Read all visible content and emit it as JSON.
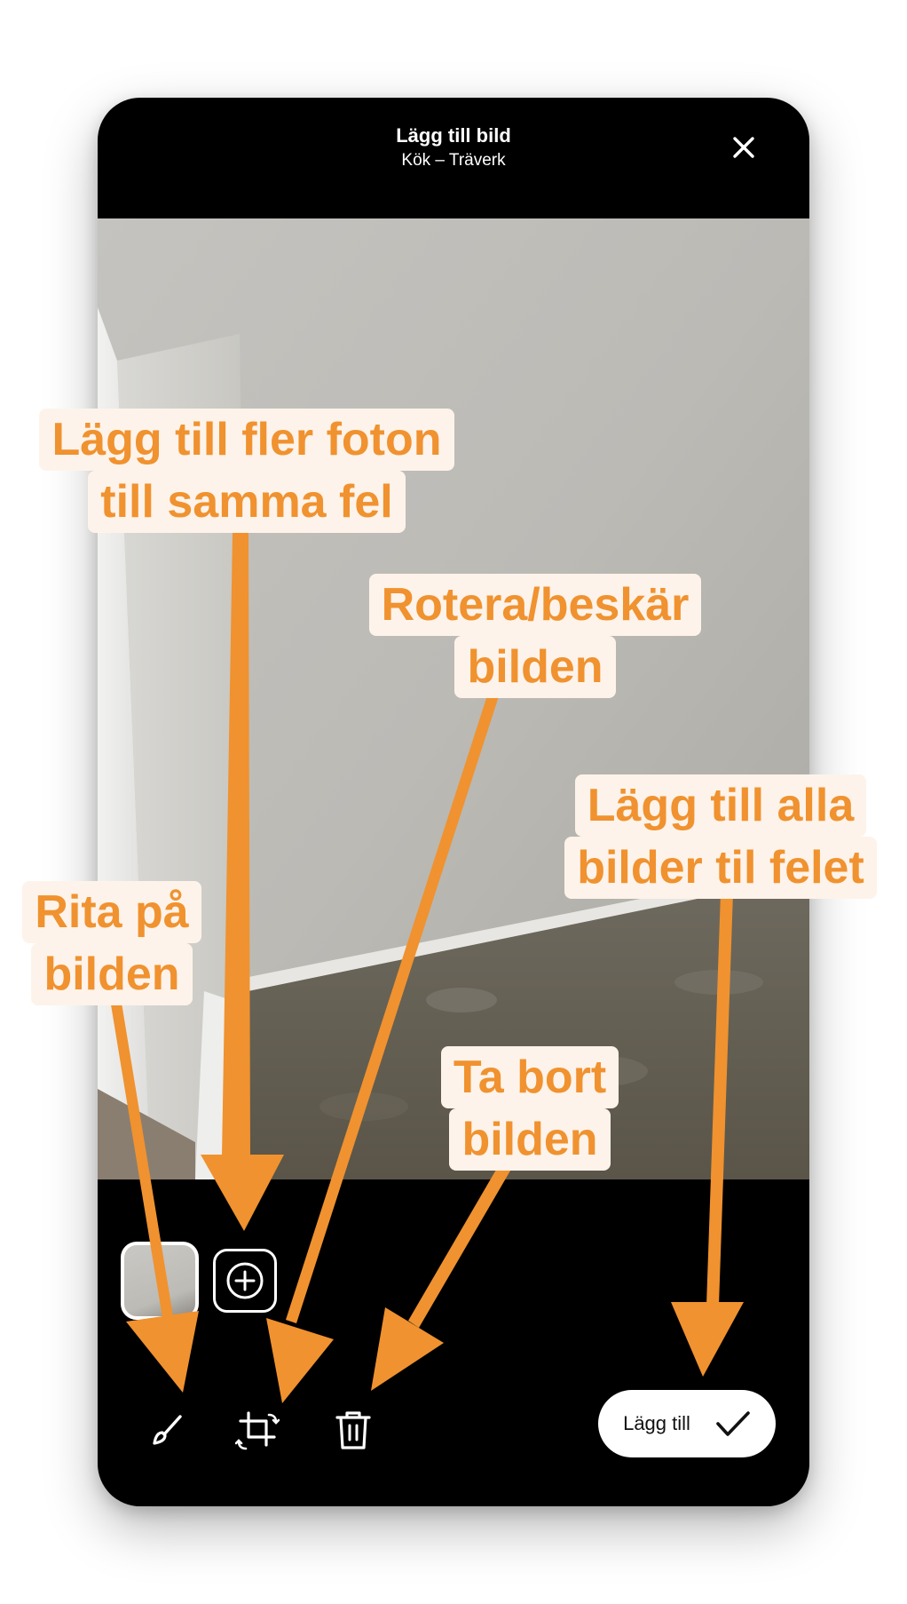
{
  "header": {
    "title": "Lägg till bild",
    "subtitle": "Kök – Träverk"
  },
  "toolbar": {
    "submit_label": "Lägg till"
  },
  "annotations": {
    "add_photos_line1": "Lägg till fler foton",
    "add_photos_line2": "till samma fel",
    "rotate_line1": "Rotera/beskär",
    "rotate_line2": "bilden",
    "submit_all_line1": "Lägg till alla",
    "submit_all_line2": "bilder til felet",
    "draw_line1": "Rita på",
    "draw_line2": "bilden",
    "delete_line1": "Ta bort",
    "delete_line2": "bilden"
  },
  "colors": {
    "annotation_orange": "#f0922f",
    "annotation_background": "#fdf3ea",
    "screen_background": "#000000",
    "button_background": "#ffffff"
  },
  "icons": {
    "close": "close-icon",
    "add": "plus-icon",
    "draw": "brush-icon",
    "crop_rotate": "crop-rotate-icon",
    "delete": "trash-icon",
    "confirm": "checkmark-icon"
  }
}
